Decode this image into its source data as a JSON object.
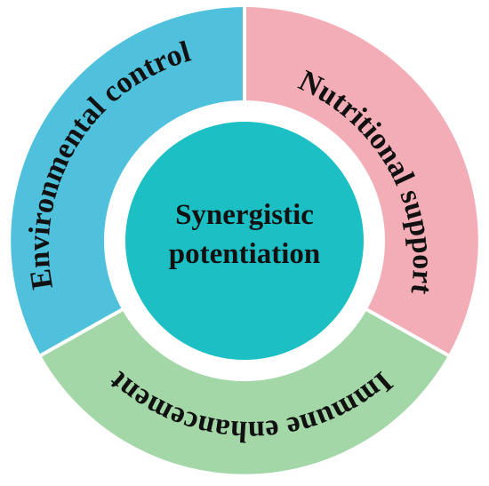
{
  "diagram": {
    "center": {
      "line1": "Synergistic",
      "line2": "potentiation",
      "color": "#1cc0c4"
    },
    "segments": [
      {
        "label": "Environmental control",
        "color": "#4fc1dd"
      },
      {
        "label": "Nutritional support",
        "color": "#f2adb7"
      },
      {
        "label": "Immune enhancement",
        "color": "#a3d7a7"
      }
    ],
    "gap_color": "#ffffff"
  }
}
